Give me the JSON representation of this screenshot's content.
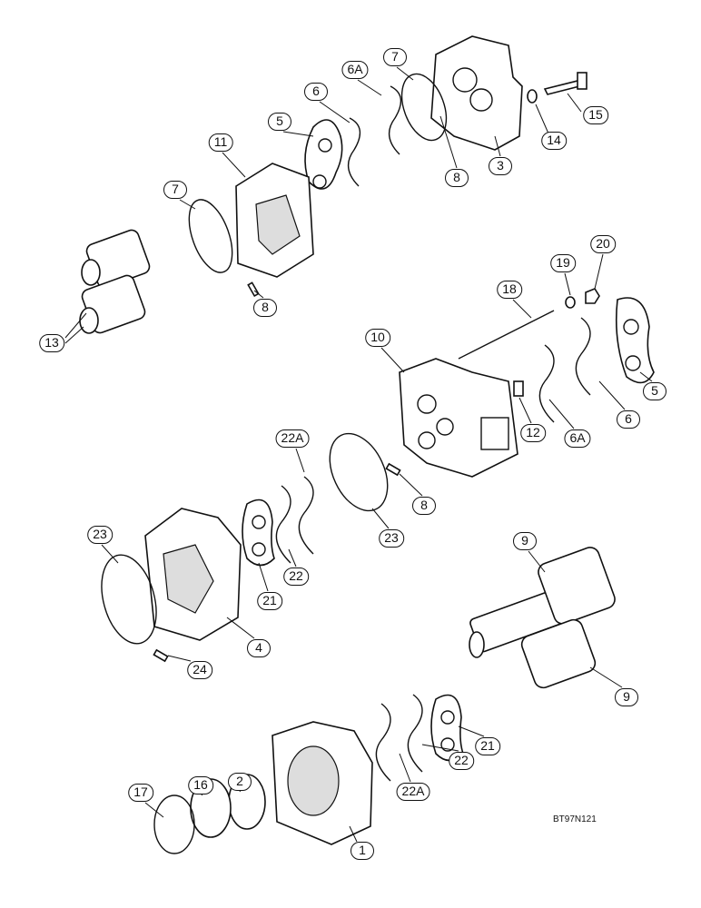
{
  "figure_code": "BT97N121",
  "callouts": {
    "c15": "15",
    "c14": "14",
    "c3": "3",
    "c8a": "8",
    "c7a": "7",
    "c6Aa": "6A",
    "c6a": "6",
    "c5a": "5",
    "c11": "11",
    "c7b": "7",
    "c8b": "8",
    "c13": "13",
    "c18": "18",
    "c19": "19",
    "c20": "20",
    "c10": "10",
    "c12": "12",
    "c6Ab": "6A",
    "c6b": "6",
    "c5b": "5",
    "c22Aa": "22A",
    "c8c": "8",
    "c23a": "23",
    "c22a": "22",
    "c21a": "21",
    "c23b": "23",
    "c4": "4",
    "c24": "24",
    "c9a": "9",
    "c9b": "9",
    "c21b": "21",
    "c22b": "22",
    "c22Ab": "22A",
    "c2": "2",
    "c16": "16",
    "c17": "17",
    "c1": "1"
  }
}
